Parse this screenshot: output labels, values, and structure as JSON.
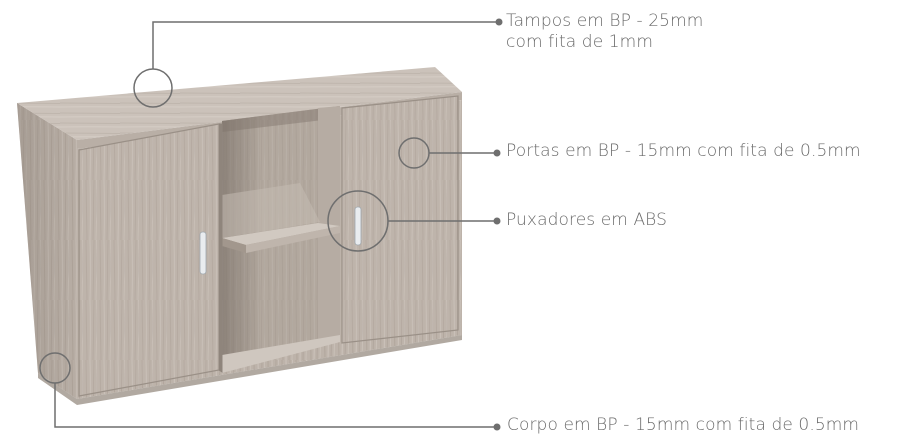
{
  "callouts": {
    "tampos": {
      "line1": "Tampos em BP - 25mm",
      "line2": "com fita de 1mm"
    },
    "portas": {
      "text": "Portas em BP - 15mm com fita de 0.5mm"
    },
    "puxadores": {
      "text": "Puxadores em ABS"
    },
    "corpo": {
      "text": "Corpo em BP - 15mm com fita de 0.5mm"
    }
  },
  "colors": {
    "leader_line": "#6f6f6f",
    "label_text": "#6a6a6a",
    "wood_light": "#c9c0b8",
    "wood_mid": "#b3a89e",
    "wood_dark": "#8f857c",
    "handle": "#e9ecef"
  }
}
